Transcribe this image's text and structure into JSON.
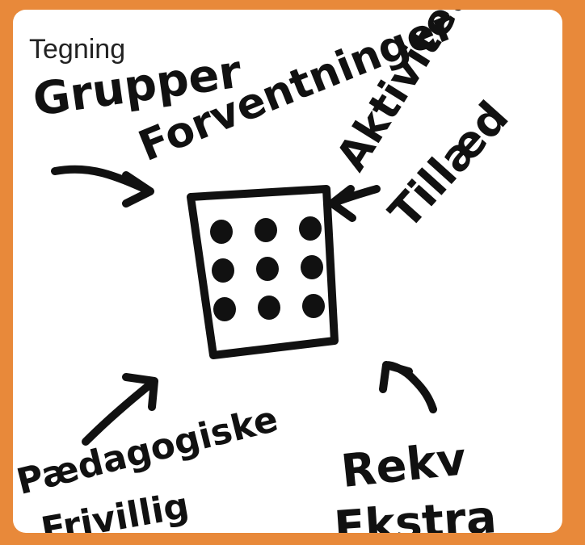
{
  "title": "Tegning",
  "colors": {
    "frame": "#e8893a",
    "card": "#ffffff",
    "ink": "#111111"
  },
  "drawing": {
    "grid": {
      "rows": 3,
      "cols": 3
    },
    "arrows": [
      {
        "name": "arrow-top-left"
      },
      {
        "name": "arrow-top-right"
      },
      {
        "name": "arrow-bottom-left"
      },
      {
        "name": "arrow-bottom-right"
      }
    ],
    "handwriting": {
      "grupper": "Grupper",
      "forventninger": "Forventninger",
      "aktivitet": "Aktivitet",
      "tillaed": "Tillæd",
      "paeda_line1": "Pædagogiske",
      "paeda_line2": "Frivillig",
      "rekv_line1": "Rekv",
      "rekv_line2": "Ekstra"
    }
  }
}
